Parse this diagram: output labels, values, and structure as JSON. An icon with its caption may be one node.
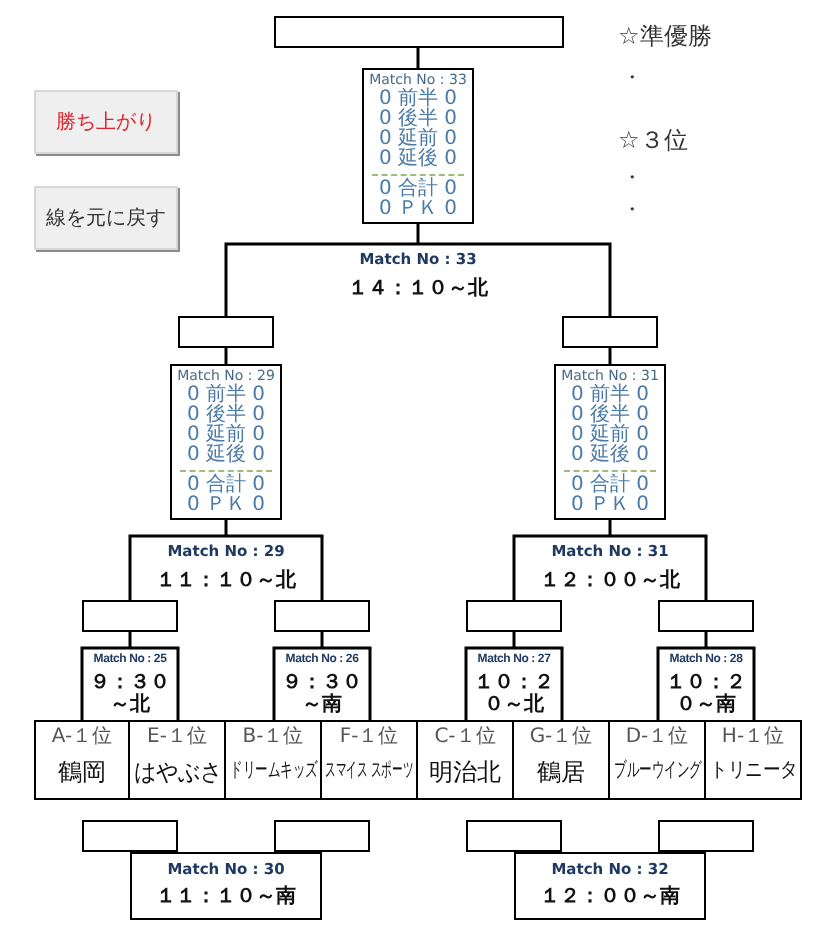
{
  "diagram": {
    "nodes": [
      {
        "text": [
          "勝ち上がり"
        ]
      },
      {
        "text": [
          "線を元に戻す"
        ]
      },
      {
        "text": [],
        "shape": "box"
      },
      {
        "text": [
          "Match No : 33",
          "0 前半 0",
          "0 後半 0",
          "0 延前 0",
          "0 延後 0",
          "0 合計 0",
          "0 ＰＫ 0"
        ]
      },
      {
        "text": [
          "Match No : 33",
          "１４：１０～北"
        ]
      },
      {
        "text": [],
        "shape": "box"
      },
      {
        "text": [],
        "shape": "box"
      },
      {
        "text": [
          "Match No : 29",
          "0 前半 0",
          "0 後半 0",
          "0 延前 0",
          "0 延後 0",
          "0 合計 0",
          "0 ＰＫ 0"
        ]
      },
      {
        "text": [
          "Match No : 31",
          "0 前半 0",
          "0 後半 0",
          "0 延前 0",
          "0 延後 0",
          "0 合計 0",
          "0 ＰＫ 0"
        ]
      },
      {
        "text": [
          "Match No : 29",
          "１１：１０～北"
        ]
      },
      {
        "text": [
          "Match No : 31",
          "１２：００～北"
        ]
      },
      {
        "text": [],
        "shape": "box"
      },
      {
        "text": [],
        "shape": "box"
      },
      {
        "text": [],
        "shape": "box"
      },
      {
        "text": [],
        "shape": "box"
      },
      {
        "text": [
          "Match No : 25",
          "９：３０～北"
        ]
      },
      {
        "text": [
          "Match No : 26",
          "９：３０～南"
        ]
      },
      {
        "text": [
          "Match No : 27",
          "１０：２０～北"
        ]
      },
      {
        "text": [
          "Match No : 28",
          "１０：２０～南"
        ]
      },
      {
        "text": [
          "A-１位",
          "鶴岡"
        ]
      },
      {
        "text": [
          "E-１位",
          "はやぶさ"
        ]
      },
      {
        "text": [
          "B-１位",
          "ドリームキッズ"
        ]
      },
      {
        "text": [
          "F-１位",
          "スマイス スポーツ"
        ]
      },
      {
        "text": [
          "C-１位",
          "明治北"
        ]
      },
      {
        "text": [
          "G-１位",
          "鶴居"
        ]
      },
      {
        "text": [
          "D-１位",
          "ブルーウイング"
        ]
      },
      {
        "text": [
          "H-１位",
          "トリニータ"
        ]
      },
      {
        "text": [],
        "shape": "box"
      },
      {
        "text": [],
        "shape": "box"
      },
      {
        "text": [],
        "shape": "box"
      },
      {
        "text": [],
        "shape": "box"
      },
      {
        "text": [
          "Match No : 30",
          "１１：１０～南"
        ]
      },
      {
        "text": [
          "Match No : 32",
          "１２：００～南"
        ]
      }
    ],
    "edges": [
      {
        "from": 2,
        "to": 3,
        "arrow": "none"
      },
      {
        "from": 3,
        "to": 4,
        "arrow": "none"
      },
      {
        "from": 4,
        "to": 5,
        "arrow": "none"
      },
      {
        "from": 4,
        "to": 6,
        "arrow": "none"
      },
      {
        "from": 5,
        "to": 7,
        "arrow": "none"
      },
      {
        "from": 6,
        "to": 8,
        "arrow": "none"
      },
      {
        "from": 7,
        "to": 9,
        "arrow": "none"
      },
      {
        "from": 8,
        "to": 10,
        "arrow": "none"
      },
      {
        "from": 9,
        "to": 11,
        "arrow": "none"
      },
      {
        "from": 9,
        "to": 12,
        "arrow": "none"
      },
      {
        "from": 10,
        "to": 13,
        "arrow": "none"
      },
      {
        "from": 10,
        "to": 14,
        "arrow": "none"
      },
      {
        "from": 11,
        "to": 15,
        "arrow": "none"
      },
      {
        "from": 12,
        "to": 16,
        "arrow": "none"
      },
      {
        "from": 13,
        "to": 17,
        "arrow": "none"
      },
      {
        "from": 14,
        "to": 18,
        "arrow": "none"
      },
      {
        "from": 15,
        "to": 19,
        "arrow": "none"
      },
      {
        "from": 15,
        "to": 20,
        "arrow": "none"
      },
      {
        "from": 16,
        "to": 21,
        "arrow": "none"
      },
      {
        "from": 16,
        "to": 22,
        "arrow": "none"
      },
      {
        "from": 17,
        "to": 23,
        "arrow": "none"
      },
      {
        "from": 17,
        "to": 24,
        "arrow": "none"
      },
      {
        "from": 18,
        "to": 25,
        "arrow": "none"
      },
      {
        "from": 18,
        "to": 26,
        "arrow": "none"
      }
    ],
    "labels": [
      "☆準優勝",
      "・",
      "☆３位",
      "・",
      "・"
    ]
  }
}
